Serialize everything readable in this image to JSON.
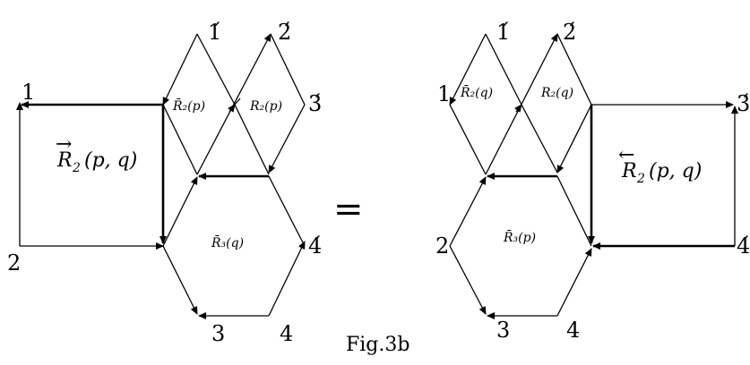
{
  "left": {
    "labels": {
      "n1": "1",
      "n1p": "1́",
      "n2": "2",
      "n2p": "2́",
      "n3": "3",
      "n3p": "3́",
      "n4": "4",
      "n4p": "4́"
    },
    "r2_arrow": "→",
    "r2_main": "R",
    "r2_sub": "2",
    "r2_args": "(p, q)",
    "rbar_top_left": "R̄₂(p)",
    "r_top_right": "R₂(p)",
    "rbar3": "R̄₃(q)"
  },
  "equals": "=",
  "right": {
    "labels": {
      "n1": "1",
      "n1p": "1́",
      "n2": "2",
      "n2p": "2́",
      "n3": "3",
      "n3p": "3́",
      "n4": "4",
      "n4p": "4́"
    },
    "r2_arrow": "←",
    "r2_main": "R",
    "r2_sub": "2",
    "r2_args": "(p, q)",
    "rbar_top_left": "R̄₂(q)",
    "r_top_right": "R₂(q)",
    "rbar3": "R̄₃(p)"
  },
  "caption": "Fig.3b"
}
